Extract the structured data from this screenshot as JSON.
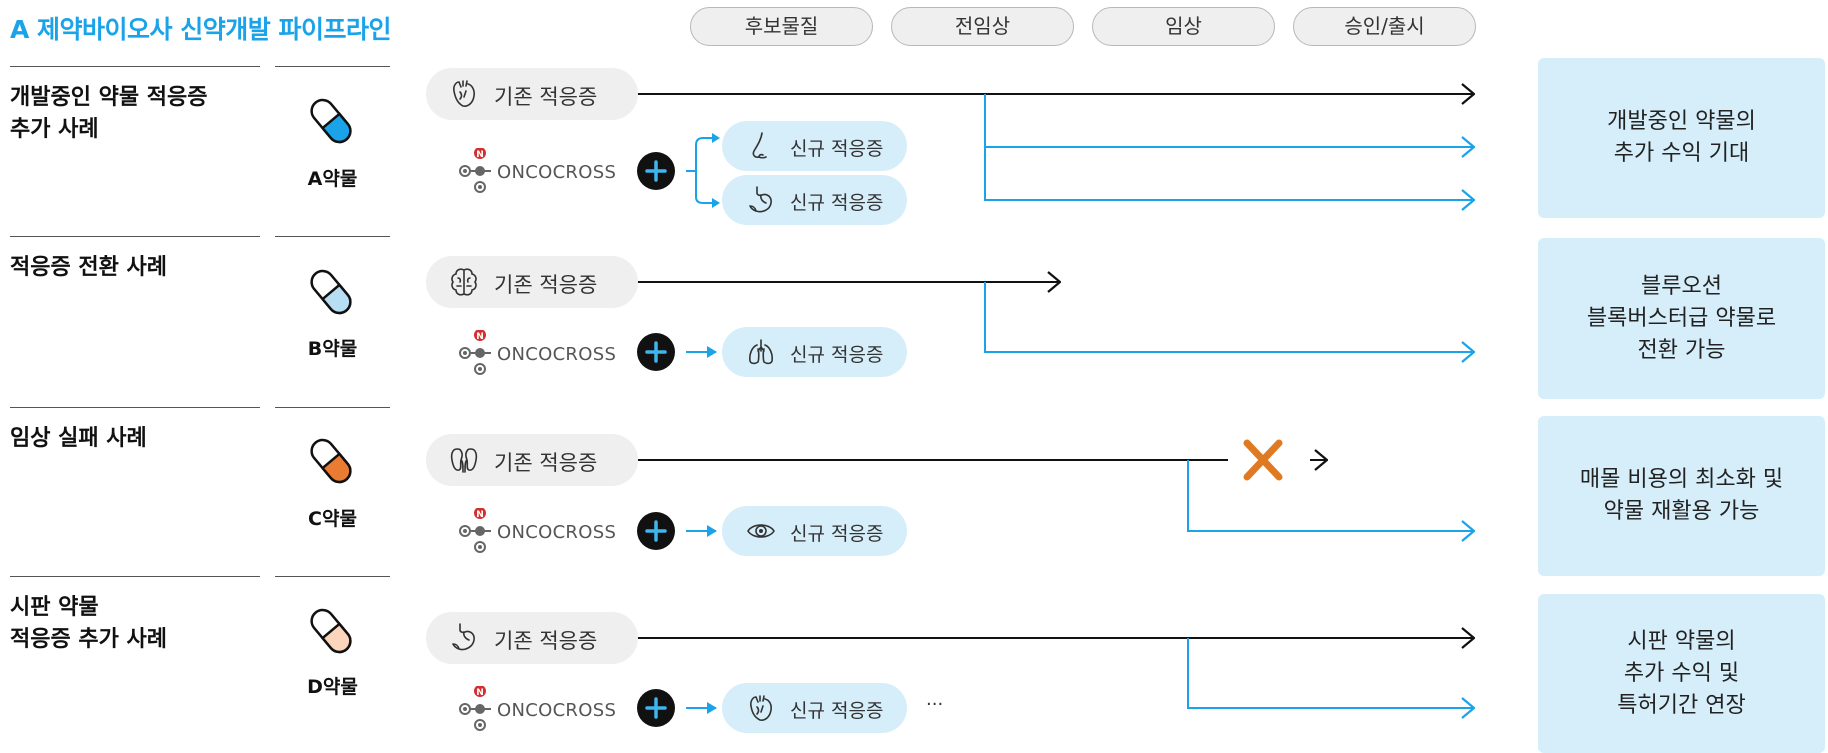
{
  "title": "A 제약바이오사 신약개발 파이프라인",
  "stages": [
    "후보물질",
    "전임상",
    "임상",
    "승인/출시"
  ],
  "colors": {
    "accent": "#1aa3e8",
    "new_pill": "#d6eefa",
    "existing_pill": "#efefef",
    "fail_x": "#e07a22"
  },
  "cases": [
    {
      "title": "개발중인 약물 적응증\n추가 사례",
      "drug": "A약물",
      "pill_color": "#1aa3e8",
      "existing_label": "기존 적응증",
      "existing_icon": "heart-icon",
      "onco": "ONCOCROSS",
      "new": [
        {
          "label": "신규 적응증",
          "icon": "nose-icon"
        },
        {
          "label": "신규 적응증",
          "icon": "stomach-icon"
        }
      ],
      "result": "개발중인 약물의\n추가 수익 기대"
    },
    {
      "title": "적응증 전환 사례",
      "drug": "B약물",
      "pill_color": "#b8def4",
      "existing_label": "기존 적응증",
      "existing_icon": "brain-icon",
      "onco": "ONCOCROSS",
      "new": [
        {
          "label": "신규 적응증",
          "icon": "lungs-icon"
        }
      ],
      "result": "블루오션\n블록버스터급 약물로\n전환 가능"
    },
    {
      "title": "임상 실패 사례",
      "drug": "C약물",
      "pill_color": "#ea7b33",
      "existing_label": "기존 적응증",
      "existing_icon": "kidney-icon",
      "onco": "ONCOCROSS",
      "new": [
        {
          "label": "신규 적응증",
          "icon": "eye-icon"
        }
      ],
      "result": "매몰 비용의 최소화 및\n약물 재활용 가능"
    },
    {
      "title": "시판 약물\n적응증 추가 사례",
      "drug": "D약물",
      "pill_color": "#fbd6bc",
      "existing_label": "기존 적응증",
      "existing_icon": "stomach-icon",
      "onco": "ONCOCROSS",
      "new": [
        {
          "label": "신규 적응증",
          "icon": "heart-icon"
        }
      ],
      "result": "시판 약물의\n추가 수익 및\n특허기간 연장",
      "more": "···"
    }
  ]
}
